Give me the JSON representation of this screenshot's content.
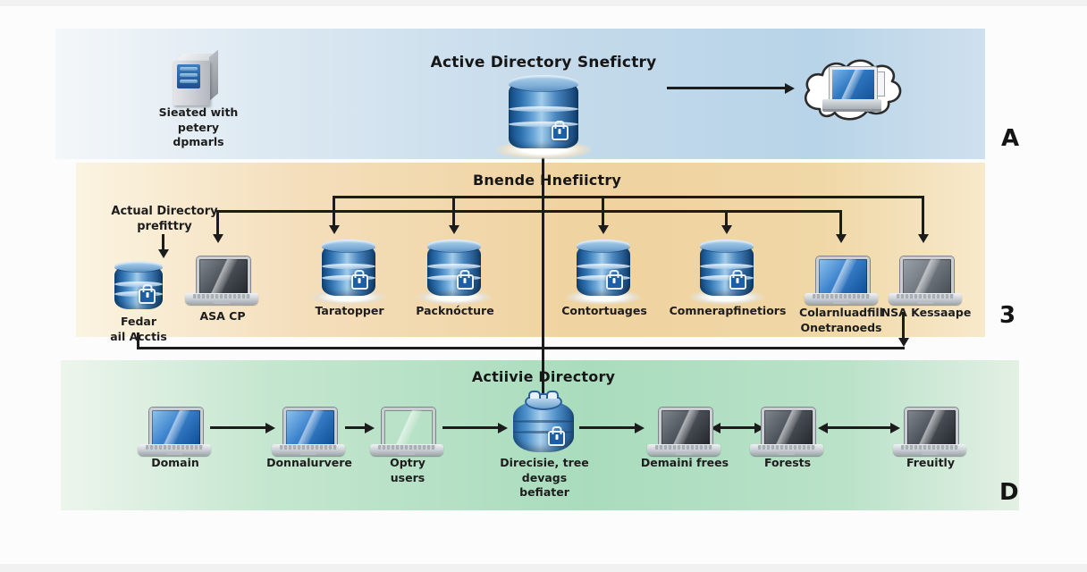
{
  "top_band": {
    "title": "Active Directory Snefictry",
    "server_caption": "Sieated with\npetery\ndpmarls",
    "letter": "A"
  },
  "middle_band": {
    "title": "Bnende Hnefiictry",
    "annotation": "Actual Directory\nprefittry",
    "letter": "3",
    "nodes": {
      "fedar": {
        "type": "database",
        "label": "Fedar\nail Acctis"
      },
      "asa": {
        "type": "laptop",
        "label": "ASA CP"
      },
      "taratopper": {
        "type": "database",
        "label": "Taratopper"
      },
      "packnocture": {
        "type": "database",
        "label": "Packnócture"
      },
      "contortuages": {
        "type": "database",
        "label": "Contortuages"
      },
      "comnerap": {
        "type": "database",
        "label": "Comnerapfinetiors"
      },
      "colarn": {
        "type": "laptop",
        "label": "Colarnluadfill\nOnetranoeds"
      },
      "nsa": {
        "type": "laptop",
        "label": "NSA Kessaape"
      }
    }
  },
  "bottom_band": {
    "title": "Actiivie Directory",
    "letter": "D",
    "nodes": {
      "domain": {
        "type": "laptop",
        "label": "Domain"
      },
      "donnalurvere": {
        "type": "laptop",
        "label": "Donnalurvere"
      },
      "optry": {
        "type": "laptop",
        "label": "Optry\nusers"
      },
      "directory_tree": {
        "type": "database",
        "label": "Direcisie, tree\ndevags\nbefiater"
      },
      "demaini": {
        "type": "laptop",
        "label": "Demaini frees"
      },
      "forests": {
        "type": "laptop",
        "label": "Forests"
      },
      "freuitly": {
        "type": "laptop",
        "label": "Freuitly"
      }
    }
  },
  "colors": {
    "band_blue": "#bcd6ea",
    "band_orange": "#efd3a0",
    "band_green": "#a9dcbd",
    "database_blue": "#2e71b0",
    "line": "#1c1c1c"
  }
}
